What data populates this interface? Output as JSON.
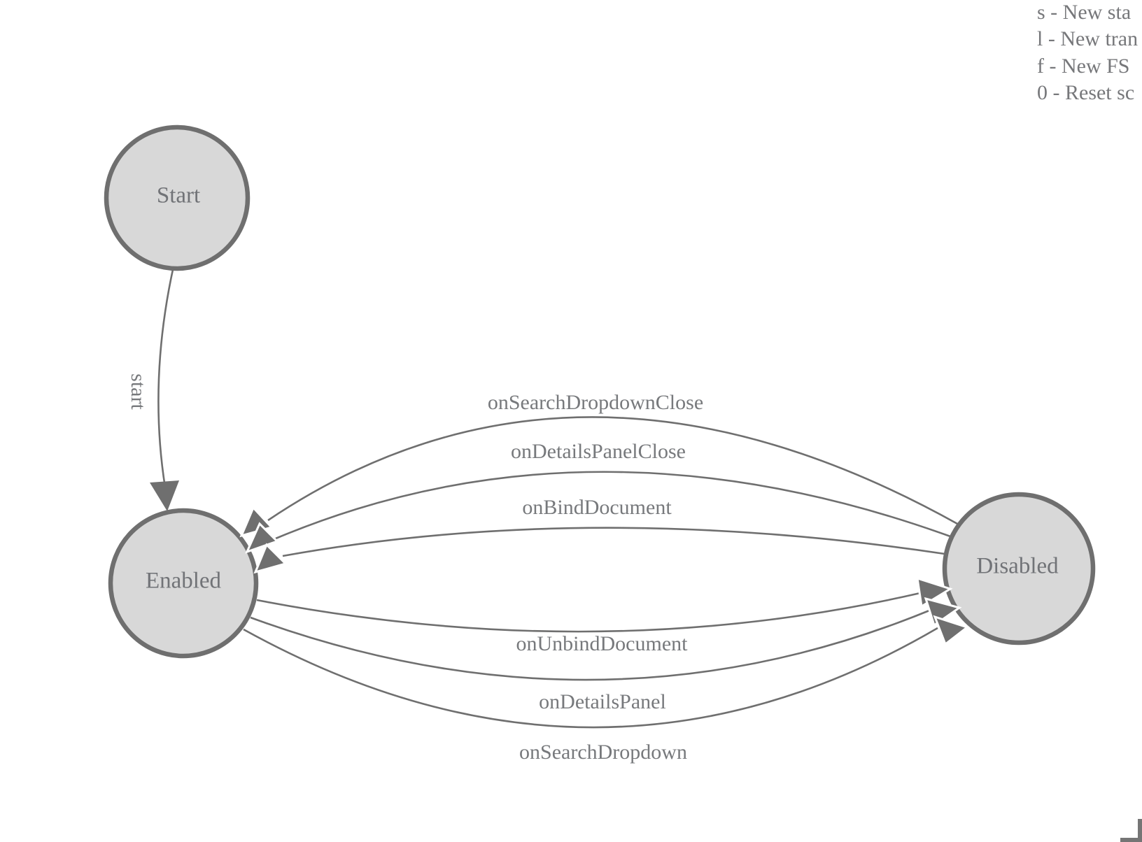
{
  "app": {
    "type": "fsm-diagram",
    "background": "#ffffff"
  },
  "colors": {
    "node_fill": "#d8d8d8",
    "node_stroke": "#6f6f6f",
    "edge_stroke": "#6f6f6f",
    "arrow_fill": "#6f6f6f",
    "arrow_gap": "#ffffff",
    "text": "#77797c",
    "corner_marker": "#757575"
  },
  "legend": {
    "lines": [
      "s - New sta",
      "l - New tran",
      "f - New FS",
      "0 - Reset sc"
    ]
  },
  "states": [
    {
      "id": "start",
      "label": "Start"
    },
    {
      "id": "enabled",
      "label": "Enabled"
    },
    {
      "id": "disabled",
      "label": "Disabled"
    }
  ],
  "transitions": [
    {
      "label": "start",
      "from": "Start",
      "to": "Enabled"
    },
    {
      "label": "onSearchDropdownClose",
      "from": "Disabled",
      "to": "Enabled"
    },
    {
      "label": "onDetailsPanelClose",
      "from": "Disabled",
      "to": "Enabled"
    },
    {
      "label": "onBindDocument",
      "from": "Disabled",
      "to": "Enabled"
    },
    {
      "label": "onUnbindDocument",
      "from": "Enabled",
      "to": "Disabled"
    },
    {
      "label": "onDetailsPanel",
      "from": "Enabled",
      "to": "Disabled"
    },
    {
      "label": "onSearchDropdown",
      "from": "Enabled",
      "to": "Disabled"
    }
  ]
}
